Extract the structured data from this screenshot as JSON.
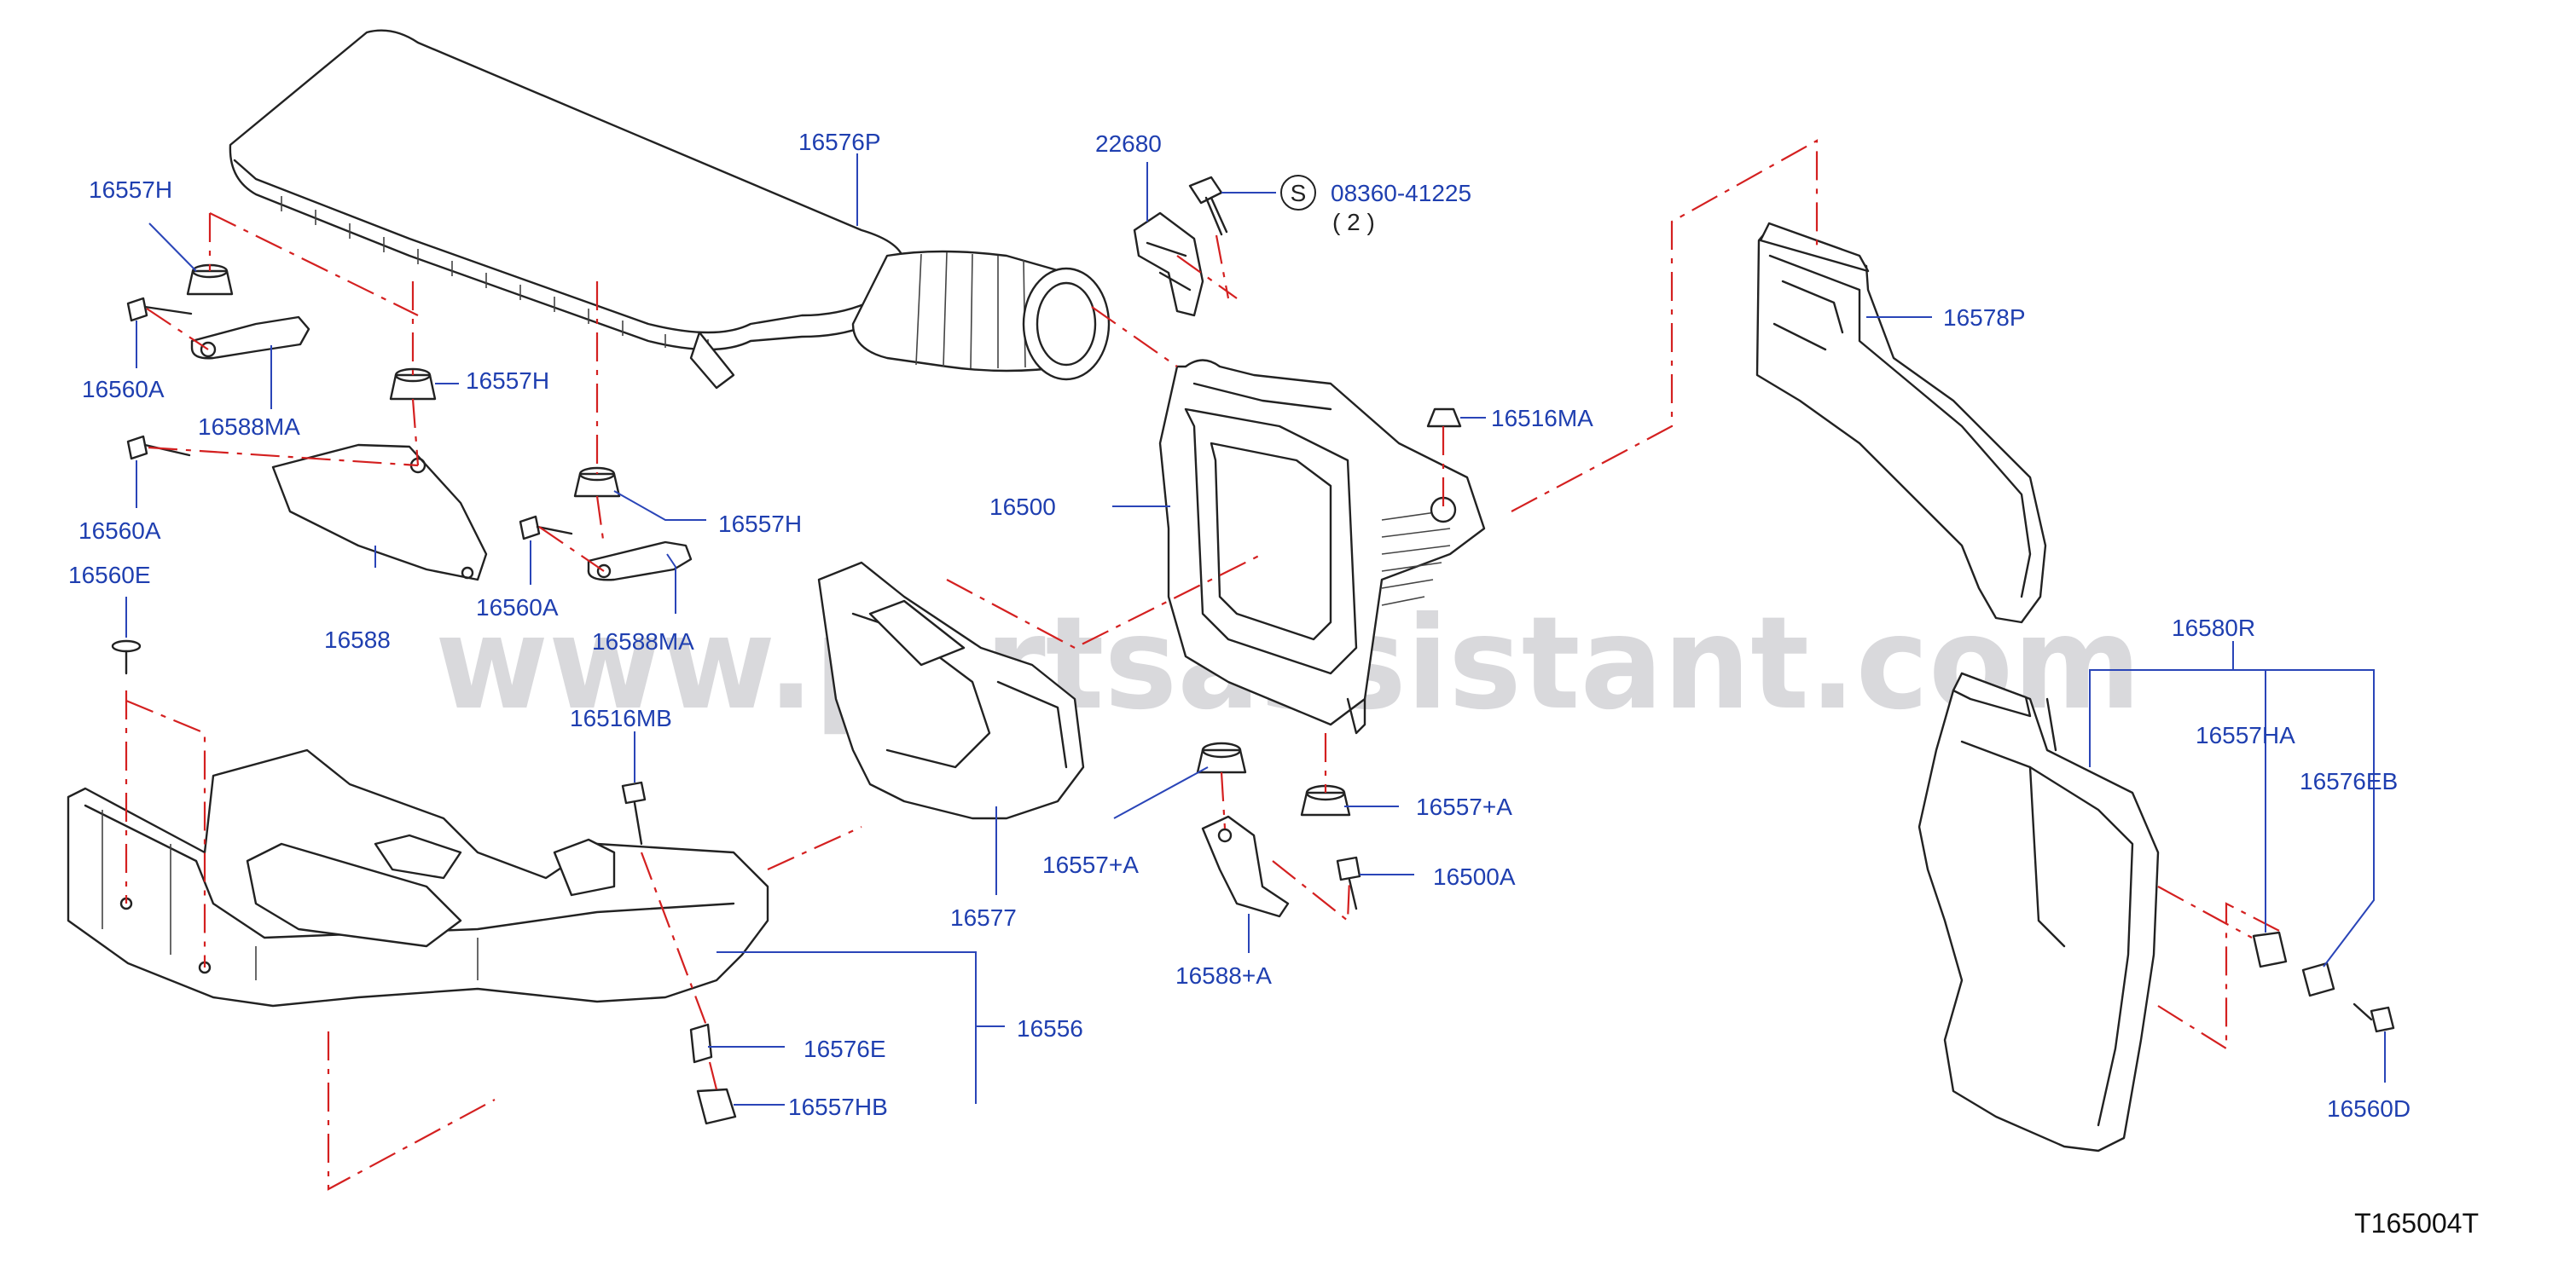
{
  "colors": {
    "label": "#1f3fb0",
    "leader": "#2a45b8",
    "dashed": "#d42020",
    "outline": "#222222",
    "watermark": "#d9d9dc"
  },
  "watermark": "www.partsassistant.com",
  "figure_code": "T165004T",
  "spec_symbol": "S",
  "labels": {
    "p16576P": "16576P",
    "p22680": "22680",
    "p08360": "08360-41225",
    "p08360_qty": "( 2 )",
    "p16557H_a": "16557H",
    "p16557H_b": "16557H",
    "p16557H_c": "16557H",
    "p16560A_a": "16560A",
    "p16560A_b": "16560A",
    "p16560A_c": "16560A",
    "p16588MA_a": "16588MA",
    "p16588MA_b": "16588MA",
    "p16588": "16588",
    "p16560E": "16560E",
    "p16516MB": "16516MB",
    "p16500": "16500",
    "p16516MA": "16516MA",
    "p16578P": "16578P",
    "p16580R": "16580R",
    "p16557HA": "16557HA",
    "p16576EB": "16576EB",
    "p16557pA_a": "16557+A",
    "p16557pA_b": "16557+A",
    "p16500A": "16500A",
    "p16588pA": "16588+A",
    "p16577": "16577",
    "p16556": "16556",
    "p16576E": "16576E",
    "p16557HB": "16557HB",
    "p16560D": "16560D"
  }
}
